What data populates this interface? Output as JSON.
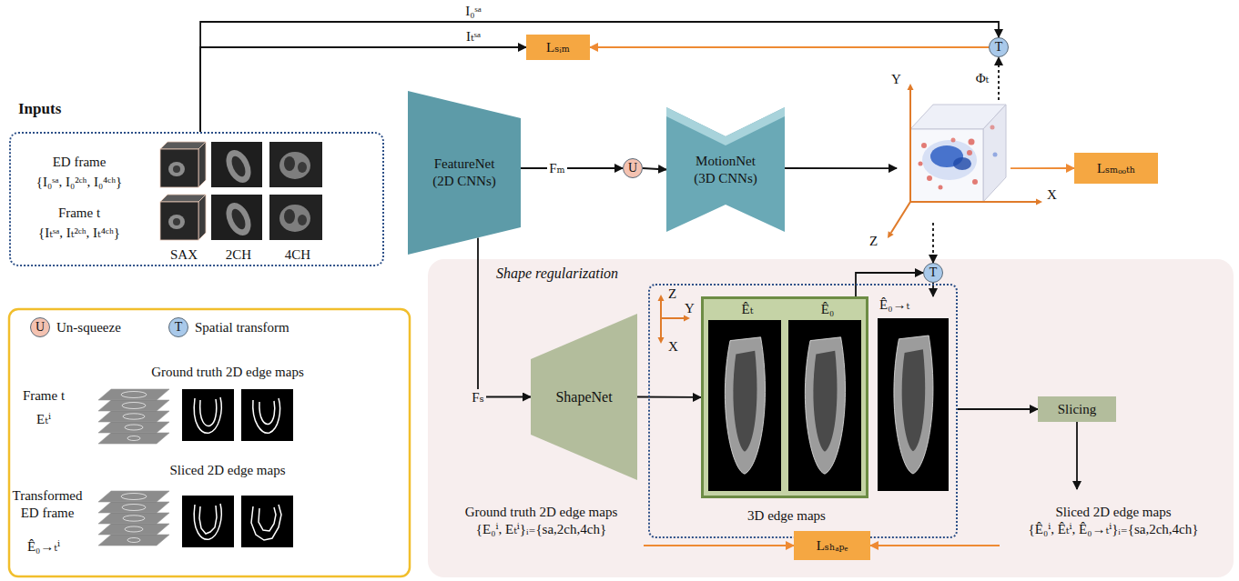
{
  "diagram": {
    "nodes": [
      {
        "text": [
          "Inputs",
          "ED frame",
          "{I₀ˢᵃ, I₀²ᶜʰ, I₀⁴ᶜʰ}",
          "Frame t",
          "{Iₜˢᵃ, Iₜ²ᶜʰ, Iₜ⁴ᶜʰ}",
          "SAX",
          "2CH",
          "4CH"
        ]
      },
      {
        "text": [
          "FeatureNet",
          "(2D CNNs)"
        ]
      },
      {
        "text": [
          "U"
        ]
      },
      {
        "text": [
          "MotionNet",
          "(3D CNNs)"
        ]
      },
      {
        "text": [
          "Y",
          "X",
          "Z"
        ]
      },
      {
        "text": [
          "T"
        ]
      },
      {
        "text": [
          "Lₛᵢₘ"
        ]
      },
      {
        "text": [
          "Lₛₘₒₒₜₕ"
        ]
      },
      {
        "text": [
          "Shape regularization"
        ]
      },
      {
        "text": [
          "ShapeNet"
        ],
        "in": 8
      },
      {
        "text": [
          "T"
        ],
        "in": 8
      },
      {
        "text": [
          "Z",
          "Y",
          "X",
          "3D edge maps"
        ],
        "in": 8
      },
      {
        "text": [
          "Êₜ",
          "Ê₀"
        ],
        "in": 11
      },
      {
        "text": [
          "Ê₀→ₜ"
        ],
        "in": 11
      },
      {
        "text": [
          "Slicing"
        ],
        "in": 8
      },
      {
        "text": [
          "Ground truth 2D edge maps",
          "{E₀ⁱ, Eₜⁱ}ᵢ₌{sa,2ch,4ch}"
        ],
        "in": 8
      },
      {
        "text": [
          "Lₛₕₐₚₑ"
        ],
        "in": 8
      },
      {
        "text": [
          "Sliced 2D edge maps",
          "{Ê₀ⁱ, Êₜⁱ, Ê₀→ₜⁱ}ᵢ₌{sa,2ch,4ch}"
        ],
        "in": 8
      }
    ],
    "edges": [
      {
        "from": 0,
        "to": 5,
        "arrow": "to",
        "label": "I₀ˢᵃ"
      },
      {
        "from": 0,
        "to": 6,
        "arrow": "to",
        "label": "Iₜˢᵃ"
      },
      {
        "from": 5,
        "to": 6,
        "arrow": "to"
      },
      {
        "from": 1,
        "to": 2,
        "arrow": "to",
        "label": "Fₘ"
      },
      {
        "from": 2,
        "to": 3,
        "arrow": "to"
      },
      {
        "from": 3,
        "to": 4,
        "arrow": "to"
      },
      {
        "from": 4,
        "to": 5,
        "arrow": "to",
        "label": "Φₜ"
      },
      {
        "from": 4,
        "to": 7,
        "arrow": "to"
      },
      {
        "from": 4,
        "to": 10,
        "arrow": "to"
      },
      {
        "from": 1,
        "to": 9,
        "arrow": "to",
        "label": "Fₛ"
      },
      {
        "from": 9,
        "to": 12,
        "arrow": "to"
      },
      {
        "from": 12,
        "to": 10,
        "arrow": "to"
      },
      {
        "from": 10,
        "to": 13,
        "arrow": "to"
      },
      {
        "from": 11,
        "to": 14,
        "arrow": "to"
      },
      {
        "from": 14,
        "to": 17,
        "arrow": "to"
      },
      {
        "from": 15,
        "to": 16,
        "arrow": "to"
      },
      {
        "from": 17,
        "to": 16,
        "arrow": "to"
      }
    ],
    "labels": [
      "U",
      "T",
      "Ground truth 2D edge maps",
      "Frame t",
      "Eₜⁱ",
      "Sliced 2D edge maps",
      "Transformed ED frame",
      "Ê₀→ₜⁱ"
    ],
    "legend": [
      {
        "text": "Un-squeeze"
      },
      {
        "text": "Spatial transform"
      }
    ]
  }
}
